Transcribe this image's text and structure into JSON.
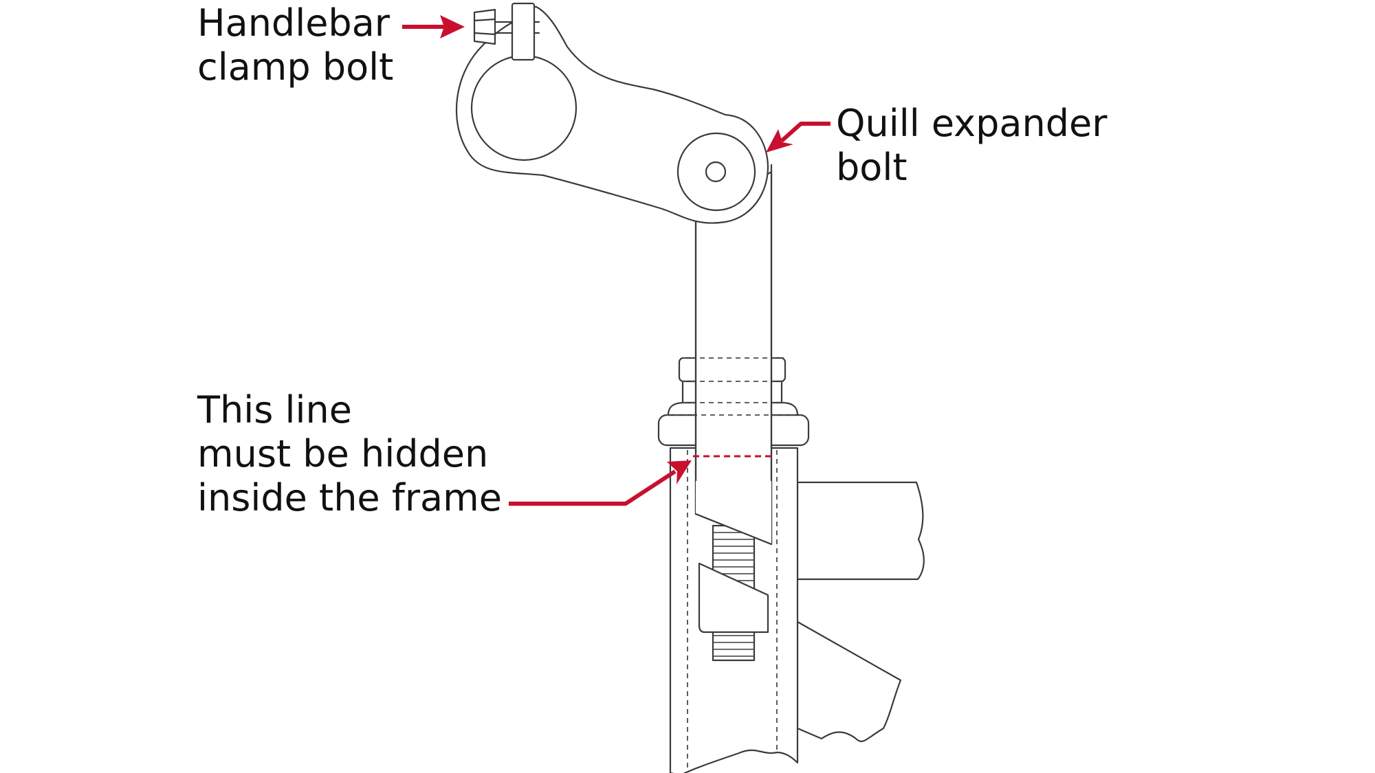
{
  "labels": {
    "handlebar_clamp_bolt": [
      "Handlebar",
      "clamp bolt"
    ],
    "quill_expander_bolt": [
      "Quill expander",
      "bolt"
    ],
    "hidden_line": [
      "This line",
      "must be hidden",
      "inside the frame"
    ]
  },
  "colors": {
    "accent": "#c8102e",
    "outline": "#3a3a3a",
    "text": "#111111",
    "background": "#ffffff"
  }
}
